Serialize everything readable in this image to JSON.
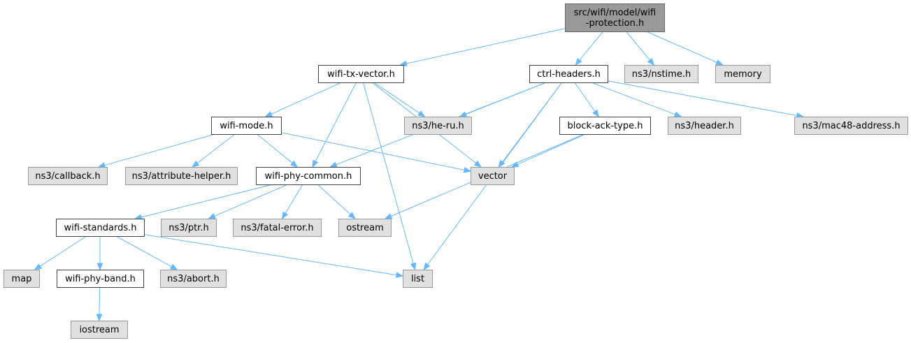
{
  "colors": {
    "root_fill": "#999999",
    "root_border": "#666666",
    "local_fill": "#ffffff",
    "local_border": "#404040",
    "external_fill": "#e0e0e0",
    "external_border": "#999999",
    "edge": "#63b8ff"
  },
  "nodes": [
    {
      "id": "root",
      "kind": "root",
      "lines": [
        "src/wifi/model/wifi",
        "-protection.h"
      ]
    },
    {
      "id": "wifi_tx_vector",
      "kind": "local",
      "lines": [
        "wifi-tx-vector.h"
      ]
    },
    {
      "id": "ctrl_headers",
      "kind": "local",
      "lines": [
        "ctrl-headers.h"
      ]
    },
    {
      "id": "nstime",
      "kind": "external",
      "lines": [
        "ns3/nstime.h"
      ]
    },
    {
      "id": "memory",
      "kind": "external",
      "lines": [
        "memory"
      ]
    },
    {
      "id": "wifi_mode",
      "kind": "local",
      "lines": [
        "wifi-mode.h"
      ]
    },
    {
      "id": "he_ru",
      "kind": "external",
      "lines": [
        "ns3/he-ru.h"
      ]
    },
    {
      "id": "block_ack_type",
      "kind": "local",
      "lines": [
        "block-ack-type.h"
      ]
    },
    {
      "id": "header",
      "kind": "external",
      "lines": [
        "ns3/header.h"
      ]
    },
    {
      "id": "mac48",
      "kind": "external",
      "lines": [
        "ns3/mac48-address.h"
      ]
    },
    {
      "id": "callback",
      "kind": "external",
      "lines": [
        "ns3/callback.h"
      ]
    },
    {
      "id": "attribute_helper",
      "kind": "external",
      "lines": [
        "ns3/attribute-helper.h"
      ]
    },
    {
      "id": "wifi_phy_common",
      "kind": "local",
      "lines": [
        "wifi-phy-common.h"
      ]
    },
    {
      "id": "vector",
      "kind": "external",
      "lines": [
        "vector"
      ]
    },
    {
      "id": "wifi_standards",
      "kind": "local",
      "lines": [
        "wifi-standards.h"
      ]
    },
    {
      "id": "ptr",
      "kind": "external",
      "lines": [
        "ns3/ptr.h"
      ]
    },
    {
      "id": "fatal_error",
      "kind": "external",
      "lines": [
        "ns3/fatal-error.h"
      ]
    },
    {
      "id": "ostream",
      "kind": "external",
      "lines": [
        "ostream"
      ]
    },
    {
      "id": "map",
      "kind": "external",
      "lines": [
        "map"
      ]
    },
    {
      "id": "wifi_phy_band",
      "kind": "local",
      "lines": [
        "wifi-phy-band.h"
      ]
    },
    {
      "id": "abort",
      "kind": "external",
      "lines": [
        "ns3/abort.h"
      ]
    },
    {
      "id": "list",
      "kind": "external",
      "lines": [
        "list"
      ]
    },
    {
      "id": "iostream",
      "kind": "external",
      "lines": [
        "iostream"
      ]
    }
  ],
  "edges": [
    [
      "root",
      "wifi_tx_vector"
    ],
    [
      "root",
      "ctrl_headers"
    ],
    [
      "root",
      "nstime"
    ],
    [
      "root",
      "memory"
    ],
    [
      "wifi_tx_vector",
      "wifi_mode"
    ],
    [
      "wifi_tx_vector",
      "wifi_phy_common"
    ],
    [
      "wifi_tx_vector",
      "he_ru"
    ],
    [
      "wifi_tx_vector",
      "vector"
    ],
    [
      "wifi_tx_vector",
      "list"
    ],
    [
      "ctrl_headers",
      "wifi_phy_common"
    ],
    [
      "ctrl_headers",
      "he_ru"
    ],
    [
      "ctrl_headers",
      "block_ack_type"
    ],
    [
      "ctrl_headers",
      "header"
    ],
    [
      "ctrl_headers",
      "mac48"
    ],
    [
      "ctrl_headers",
      "vector"
    ],
    [
      "ctrl_headers",
      "list"
    ],
    [
      "wifi_mode",
      "callback"
    ],
    [
      "wifi_mode",
      "attribute_helper"
    ],
    [
      "wifi_mode",
      "wifi_phy_common"
    ],
    [
      "wifi_mode",
      "vector"
    ],
    [
      "block_ack_type",
      "vector"
    ],
    [
      "block_ack_type",
      "ostream"
    ],
    [
      "wifi_phy_common",
      "wifi_standards"
    ],
    [
      "wifi_phy_common",
      "ptr"
    ],
    [
      "wifi_phy_common",
      "fatal_error"
    ],
    [
      "wifi_phy_common",
      "ostream"
    ],
    [
      "wifi_standards",
      "map"
    ],
    [
      "wifi_standards",
      "wifi_phy_band"
    ],
    [
      "wifi_standards",
      "abort"
    ],
    [
      "wifi_standards",
      "list"
    ],
    [
      "wifi_phy_band",
      "iostream"
    ]
  ]
}
